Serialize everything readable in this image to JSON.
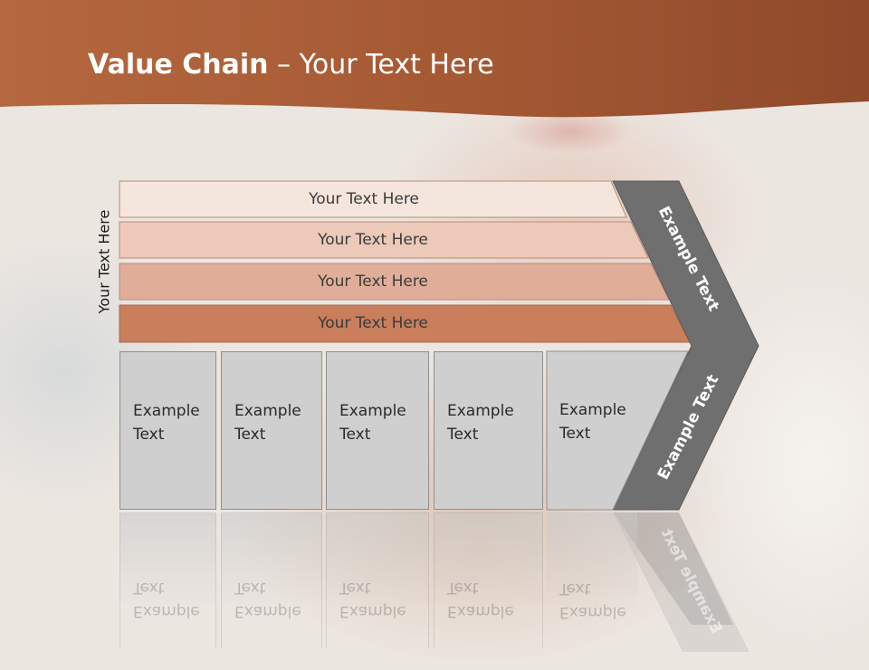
{
  "title": {
    "bold": "Value Chain",
    "rest": " – Your Text Here"
  },
  "side_label": "Your Text Here",
  "bands": [
    "Your Text Here",
    "Your Text Here",
    "Your Text Here",
    "Your Text Here"
  ],
  "boxes": [
    {
      "line1": "Example",
      "line2": "Text"
    },
    {
      "line1": "Example",
      "line2": "Text"
    },
    {
      "line1": "Example",
      "line2": "Text"
    },
    {
      "line1": "Example",
      "line2": "Text"
    },
    {
      "line1": "Example",
      "line2": "Text"
    }
  ],
  "chevron": {
    "upper": "Example Text",
    "lower": "Example Text"
  },
  "colors": {
    "header": "#a85a36",
    "band1": "#f5e6dd",
    "band2": "#ecc9b8",
    "band3": "#e0ae98",
    "band4": "#c97e5c",
    "box": "#cfcfcf",
    "chevron": "#6f6f6f"
  }
}
